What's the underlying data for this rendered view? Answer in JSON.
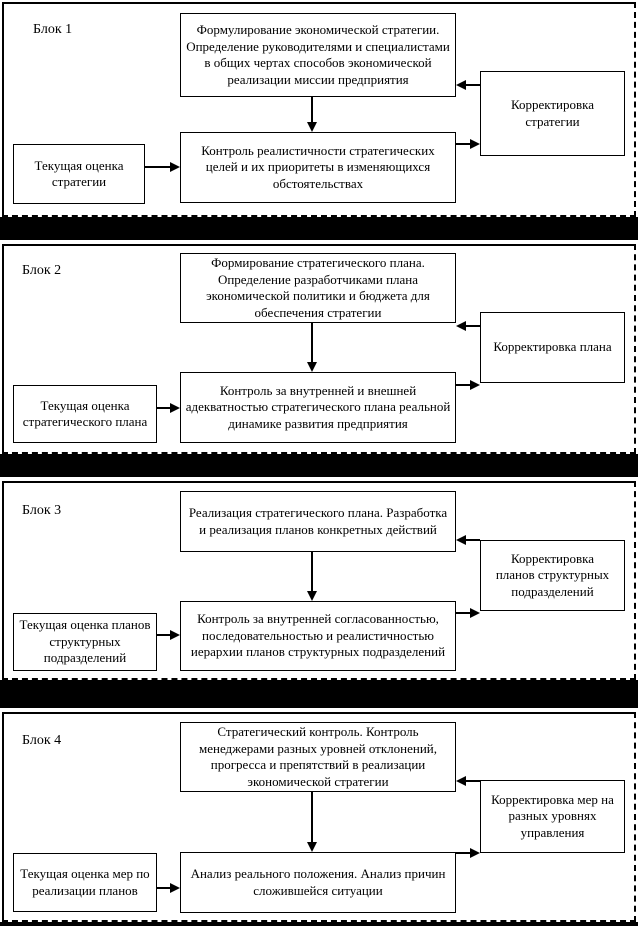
{
  "colors": {
    "line": "#000000",
    "background": "#ffffff",
    "separator": "#000000"
  },
  "sections": [
    {
      "label": "Блок 1",
      "formulation": "Формулирование экономической стратегии. Определение руководителями и специалистами в общих чертах способов экономической реализации миссии предприятия",
      "correction": "Корректировка стратегии",
      "evaluation": "Текущая оценка стратегии",
      "control": "Контроль реалистичности стратегических целей и их приоритеты в изменяющихся обстоятельствах"
    },
    {
      "label": "Блок 2",
      "formulation": "Формирование стратегического плана. Определение разработчиками плана экономической политики и бюджета для обеспечения стратегии",
      "correction": "Корректировка плана",
      "evaluation": "Текущая оценка стратегического плана",
      "control": "Контроль за внутренней и внешней адекватностью стратегического плана реальной динамике развития предприятия"
    },
    {
      "label": "Блок 3",
      "formulation": "Реализация стратегического плана. Разработка и реализация планов конкретных действий",
      "correction": "Корректировка планов структурных подразделений",
      "evaluation": "Текущая оценка планов структурных подразделений",
      "control": "Контроль за внутренней согласованностью, последовательностью и реалистичностью иерархии планов структурных подразделений"
    },
    {
      "label": "Блок 4",
      "formulation": "Стратегический контроль. Контроль менеджерами разных уровней отклонений, прогресса и препятствий в реализации экономической стратегии",
      "correction": "Корректировка мер на разных уровнях управления",
      "evaluation": "Текущая оценка мер по реализации планов",
      "control": "Анализ реального положения. Анализ причин сложившейся ситуации"
    }
  ]
}
